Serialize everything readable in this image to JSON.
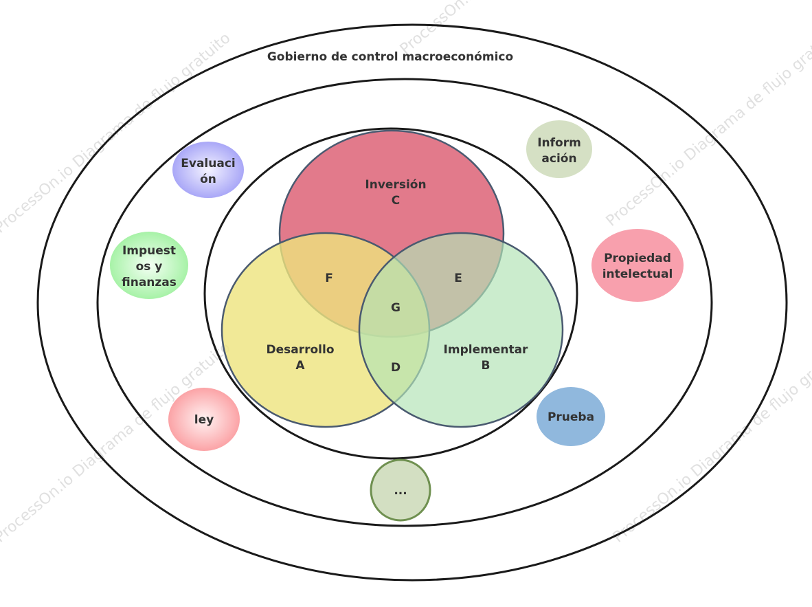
{
  "diagram": {
    "outer_title": "Gobierno de control macroeconómico",
    "venn": {
      "investment": {
        "line1": "Inversión",
        "line2": "C",
        "color": "#e07385"
      },
      "development": {
        "line1": "Desarrollo",
        "line2": "A",
        "color": "#ede47d"
      },
      "implement": {
        "line1": "Implementar",
        "line2": "B",
        "color": "#b3e3b5"
      },
      "overlap_f": "F",
      "overlap_e": "E",
      "overlap_g": "G",
      "overlap_d": "D"
    },
    "factors": {
      "evaluation": {
        "line1": "Evaluaci",
        "line2": "ón"
      },
      "information": {
        "line1": "Inform",
        "line2": "ación",
        "color": "#d5e0c4"
      },
      "taxes": {
        "line1": "Impuest",
        "line2": "os y",
        "line3": "finanzas"
      },
      "ip": {
        "line1": "Propiedad",
        "line2": "intelectual",
        "color": "#f8a0ad"
      },
      "law": {
        "line1": "ley"
      },
      "test": {
        "line1": "Prueba",
        "color": "#90b8dd"
      },
      "more": {
        "line1": "...",
        "color": "#d3dfc2"
      }
    },
    "watermark": "ProcessOn.io Diagrama de flujo gratuito"
  }
}
